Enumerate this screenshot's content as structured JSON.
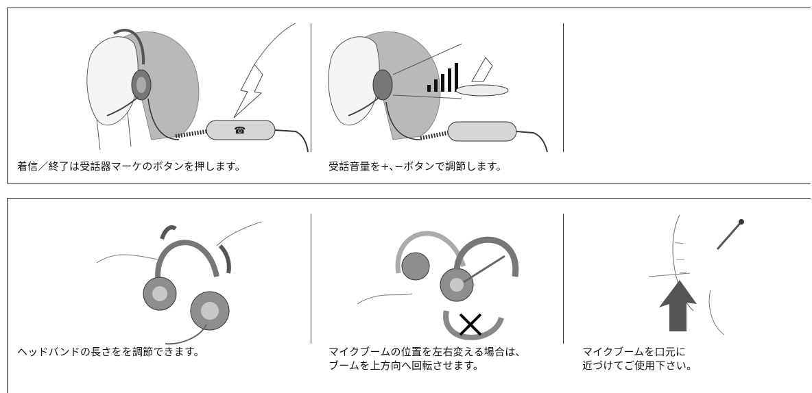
{
  "panels": {
    "top": {
      "cells": [
        {
          "caption": "着信／終了は受話器マーケのボタンを押します。",
          "illustration": "headset-call-button-illustration"
        },
        {
          "caption": "受話音量を+､−ボタンで調節します。",
          "illustration": "headset-volume-control-illustration"
        }
      ]
    },
    "bottom": {
      "cells": [
        {
          "caption": "ヘッドバンドの長さをを調節できます。",
          "illustration": "headband-adjust-illustration"
        },
        {
          "caption_lines": [
            "マイクブームの位置を左右変える場合は、",
            "ブームを上方向へ回転させます。"
          ],
          "illustration": "mic-boom-rotate-illustration"
        },
        {
          "caption_lines": [
            "マイクブームを口元に",
            "近づけてご使用下さい。"
          ],
          "illustration": "mic-boom-mouth-illustration"
        }
      ]
    }
  }
}
